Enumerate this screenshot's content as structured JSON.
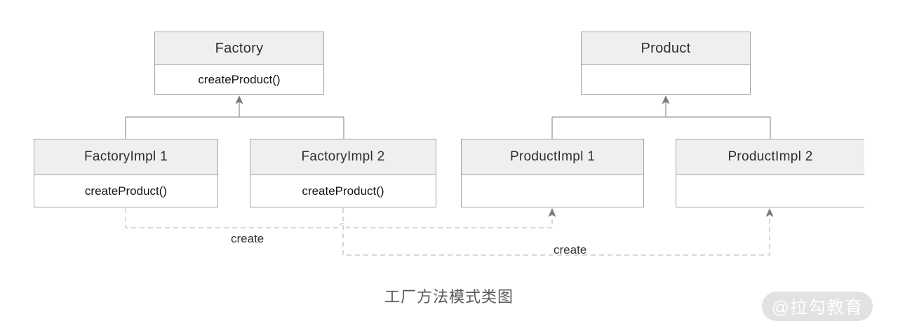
{
  "diagram": {
    "caption": "工厂方法模式类图",
    "classes": {
      "factory": {
        "title": "Factory",
        "method": "createProduct()"
      },
      "product": {
        "title": "Product",
        "method": ""
      },
      "factory_impl_1": {
        "title": "FactoryImpl 1",
        "method": "createProduct()"
      },
      "factory_impl_2": {
        "title": "FactoryImpl 2",
        "method": "createProduct()"
      },
      "product_impl_1": {
        "title": "ProductImpl 1",
        "method": ""
      },
      "product_impl_2": {
        "title": "ProductImpl 2",
        "method": ""
      }
    },
    "relations": {
      "create_label_1": "create",
      "create_label_2": "create"
    }
  },
  "watermark": {
    "text": "@拉勾教育"
  },
  "colors": {
    "box_header_fill": "#efefef",
    "box_border": "#a3a3a3",
    "solid_connector": "#999999",
    "arrowhead": "#7a7a7a",
    "dashed_connector": "#c4c4c4",
    "caption_text": "#5a5a5a",
    "watermark_bg": "#e2e2e2",
    "watermark_text": "#ffffff"
  }
}
